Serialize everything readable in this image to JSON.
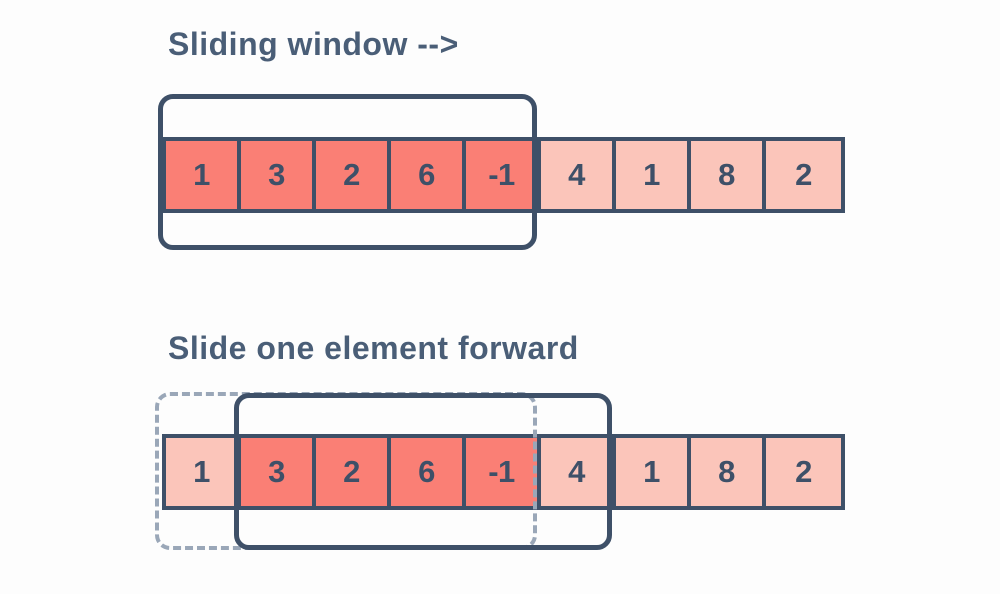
{
  "diagram": {
    "title_top": "Sliding window -->",
    "title_bottom": "Slide one element forward",
    "colors": {
      "background": "#fdfdfd",
      "text": "#4a5e77",
      "cell_border": "#3e5068",
      "cell_active": "#fa7f75",
      "cell_inactive": "#fbc5ba",
      "window_solid": "#3e5068",
      "window_dashed": "#9aa7b8"
    },
    "step_1": {
      "label": "Sliding window -->",
      "array": [
        {
          "value": "1",
          "state": "active"
        },
        {
          "value": "3",
          "state": "active"
        },
        {
          "value": "2",
          "state": "active"
        },
        {
          "value": "6",
          "state": "active"
        },
        {
          "value": "-1",
          "state": "active"
        },
        {
          "value": "4",
          "state": "inactive"
        },
        {
          "value": "1",
          "state": "inactive"
        },
        {
          "value": "8",
          "state": "inactive"
        },
        {
          "value": "2",
          "state": "inactive"
        }
      ],
      "window": {
        "style": "solid",
        "start_index": 0,
        "end_index": 4,
        "size": 5
      }
    },
    "step_2": {
      "label": "Slide one element forward",
      "array": [
        {
          "value": "1",
          "state": "inactive"
        },
        {
          "value": "3",
          "state": "active"
        },
        {
          "value": "2",
          "state": "active"
        },
        {
          "value": "6",
          "state": "active"
        },
        {
          "value": "-1",
          "state": "active"
        },
        {
          "value": "4",
          "state": "inactive"
        },
        {
          "value": "1",
          "state": "inactive"
        },
        {
          "value": "8",
          "state": "inactive"
        },
        {
          "value": "2",
          "state": "inactive"
        }
      ],
      "window_previous": {
        "style": "dashed",
        "start_index": 0,
        "end_index": 4,
        "size": 5
      },
      "window_current": {
        "style": "solid",
        "start_index": 1,
        "end_index": 5,
        "size": 5
      }
    }
  }
}
